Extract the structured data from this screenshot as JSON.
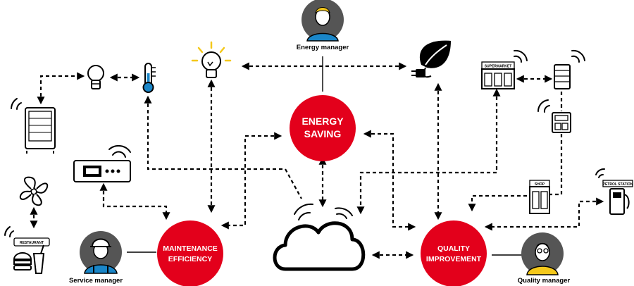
{
  "hubs": {
    "energy_saving": {
      "line1": "ENERGY",
      "line2": "SAVING"
    },
    "maintenance_efficiency": {
      "line1": "MAINTENANCE",
      "line2": "EFFICIENCY"
    },
    "quality_improvement": {
      "line1": "QUALITY",
      "line2": "IMPROVEMENT"
    }
  },
  "roles": {
    "energy_manager": "Energy manager",
    "service_manager": "Service manager",
    "quality_manager": "Quality manager"
  },
  "sites": {
    "supermarket": "SUPERMARKET",
    "shop": "SHOP",
    "petrol_station": "PETROL STATION",
    "restaurant": "RESTAURANT"
  },
  "colors": {
    "hub_red": "#e3001b",
    "avatar_bg": "#555555",
    "person_blue": "#1a86c8",
    "bulb_yellow": "#f4c81b",
    "thermo_blue": "#1a86c8"
  },
  "icons": [
    "bulb-icon",
    "thermometer-icon",
    "bulb-lit-icon",
    "leaf-plug-icon",
    "display-fridge-icon",
    "controller-icon",
    "fan-icon",
    "restaurant-icon",
    "cloud-icon",
    "supermarket-icon",
    "cabinet-icon",
    "controller-unit-icon",
    "shop-icon",
    "petrol-station-icon"
  ]
}
